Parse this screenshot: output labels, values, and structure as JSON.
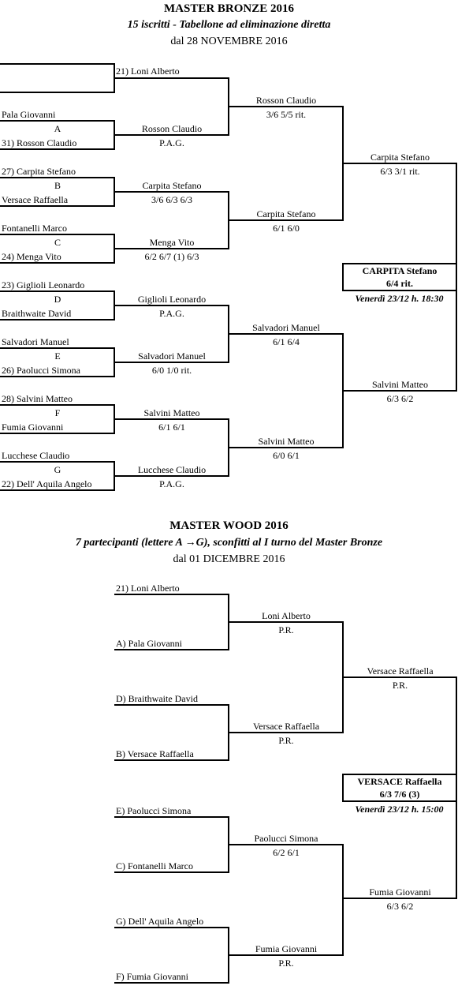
{
  "bronze": {
    "title": "MASTER  BRONZE  2016",
    "subtitle": "15 iscritti - Tabellone ad eliminazione diretta",
    "date": "dal 28 NOVEMBRE 2016",
    "r1": {
      "bye": "21) Loni Alberto",
      "a_top": "Pala Giovanni",
      "a_letter": "A",
      "a_bot": "31) Rosson Claudio",
      "b_top": "27) Carpita Stefano",
      "b_letter": "B",
      "b_bot": "Versace Raffaella",
      "c_top": "Fontanelli Marco",
      "c_letter": "C",
      "c_bot": "24) Menga Vito",
      "d_top": "23) Giglioli Leonardo",
      "d_letter": "D",
      "d_bot": "Braithwaite David",
      "e_top": "Salvadori Manuel",
      "e_letter": "E",
      "e_bot": "26) Paolucci Simona",
      "f_top": "28) Salvini Matteo",
      "f_letter": "F",
      "f_bot": "Fumia Giovanni",
      "g_top": "Lucchese Claudio",
      "g_letter": "G",
      "g_bot": "22) Dell' Aquila  Angelo"
    },
    "r2": {
      "m1_name": "Rosson Claudio",
      "m1_score": "P.A.G.",
      "m2_name": "Carpita Stefano",
      "m2_score": "3/6  6/3  6/3",
      "m3_name": "Menga Vito",
      "m3_score": "6/2  6/7 (1)  6/3",
      "m4_name": "Giglioli Leonardo",
      "m4_score": "P.A.G.",
      "m5_name": "Salvadori Manuel",
      "m5_score": "6/0  1/0 rit.",
      "m6_name": "Salvini Matteo",
      "m6_score": "6/1  6/1",
      "m7_name": "Lucchese Claudio",
      "m7_score": "P.A.G."
    },
    "r3": {
      "m1_name": "Rosson Claudio",
      "m1_score": "3/6  5/5  rit.",
      "m2_name": "Carpita Stefano",
      "m2_score": "6/1  6/0",
      "m3_name": "Salvadori Manuel",
      "m3_score": "6/1  6/4",
      "m4_name": "Salvini Matteo",
      "m4_score": "6/0  6/1"
    },
    "r4": {
      "m1_name": "Carpita Stefano",
      "m1_score": "6/3  3/1 rit.",
      "m2_name": "Salvini Matteo",
      "m2_score": "6/3  6/2"
    },
    "final": {
      "winner": "CARPITA  Stefano",
      "score": "6/4  rit.",
      "date": "Venerdì 23/12 h. 18:30"
    }
  },
  "wood": {
    "title": "MASTER  WOOD  2016",
    "subtitle": "7 partecipanti (lettere A →G), sconfitti al I turno del Master Bronze",
    "date": "dal 01 DICEMBRE 2016",
    "r1": {
      "p1": "21) Loni Alberto",
      "p2": "A) Pala Giovanni",
      "p3": "D) Braithwaite David",
      "p4": "B) Versace Raffaella",
      "p5": "E) Paolucci Simona",
      "p6": "C) Fontanelli Marco",
      "p7": "G) Dell' Aquila Angelo",
      "p8": "F) Fumia Giovanni"
    },
    "r2": {
      "m1_name": "Loni Alberto",
      "m1_score": "P.R.",
      "m2_name": "Versace Raffaella",
      "m2_score": "P.R.",
      "m3_name": "Paolucci Simona",
      "m3_score": "6/2  6/1",
      "m4_name": "Fumia Giovanni",
      "m4_score": "P.R."
    },
    "r3": {
      "m1_name": "Versace Raffaella",
      "m1_score": "P.R.",
      "m2_name": "Fumia Giovanni",
      "m2_score": "6/3  6/2"
    },
    "final": {
      "winner": "VERSACE  Raffaella",
      "score": "6/3  7/6 (3)",
      "date": "Venerdì 23/12 h. 15:00"
    }
  }
}
